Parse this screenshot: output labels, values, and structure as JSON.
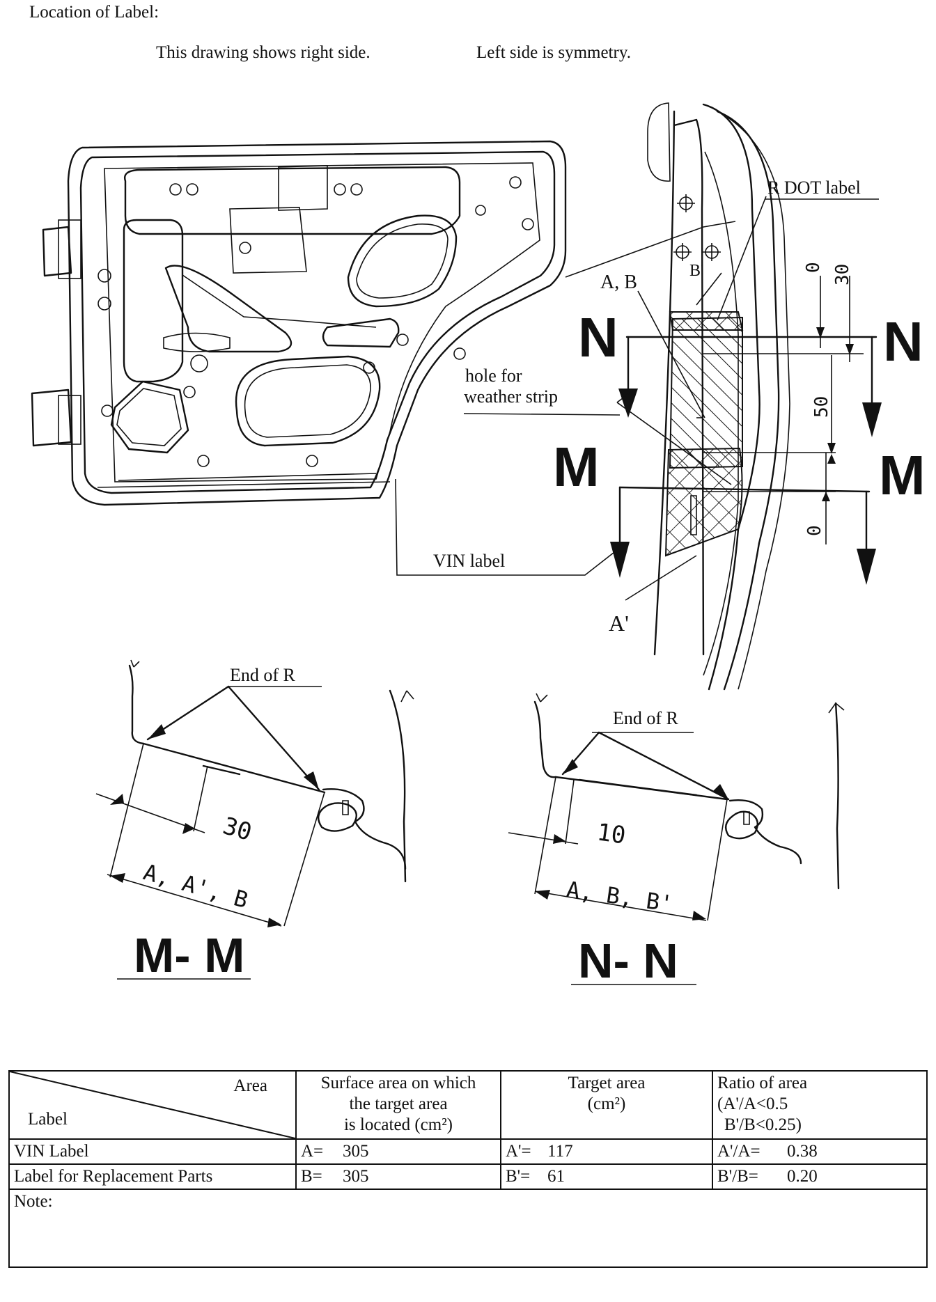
{
  "header": {
    "title": "Location of Label:",
    "subtitle_1": "This drawing shows right side.",
    "subtitle_2": "Left side is symmetry."
  },
  "labels": {
    "r_dot": "R DOT label",
    "ab": "A, B",
    "b_prime": "B'",
    "a_prime": "A'",
    "hole_1": "hole for",
    "hole_2": "weather strip",
    "vin": "VIN label",
    "n": "N",
    "m": "M",
    "dim_0": "0",
    "dim_30": "30",
    "dim_50": "50",
    "dim_0b": "0",
    "end_of_r": "End of R",
    "mm_dim": "30",
    "mm_span": "A, A', B",
    "mm_title": "M- M",
    "nn_dim": "10",
    "nn_span": "A, B, B'",
    "nn_title": "N- N"
  },
  "table": {
    "corner_area": "Area",
    "corner_label": "Label",
    "col_surface": [
      "Surface area on which",
      "the target area",
      "is located (cm²)"
    ],
    "col_target": [
      "Target area",
      "(cm²)"
    ],
    "col_ratio": [
      "Ratio of area",
      "(A'/A<0.5",
      "B'/B<0.25)"
    ],
    "rows": [
      {
        "label": "VIN Label",
        "surface_key": "A=",
        "surface_val": "305",
        "target_key": "A'=",
        "target_val": "117",
        "ratio_key": "A'/A=",
        "ratio_val": "0.38"
      },
      {
        "label": "Label for Replacement Parts",
        "surface_key": "B=",
        "surface_val": "305",
        "target_key": "B'=",
        "target_val": "61",
        "ratio_key": "B'/B=",
        "ratio_val": "0.20"
      }
    ],
    "note": "Note:"
  }
}
